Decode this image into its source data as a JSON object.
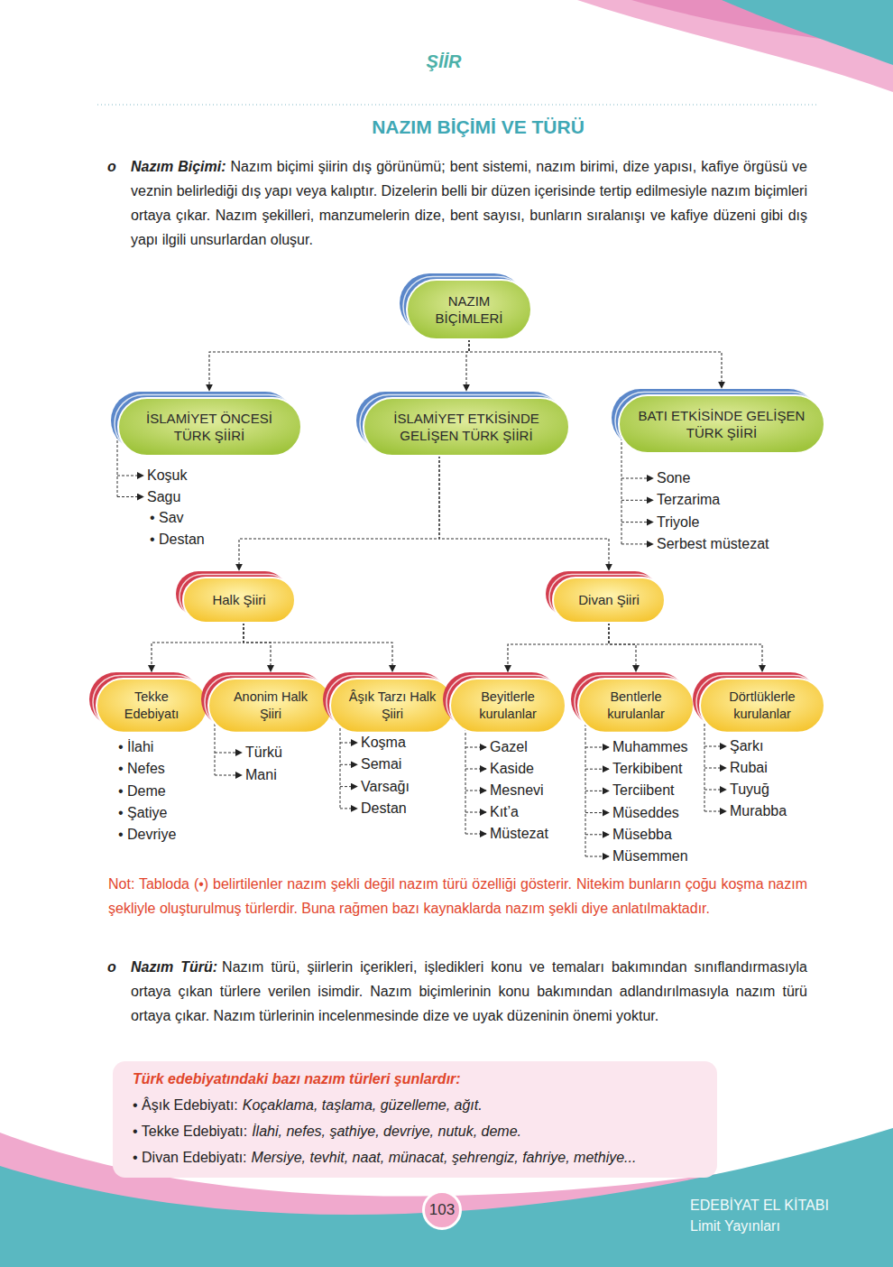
{
  "diagram": {
    "title": "NAZIM BİÇİMİ VE TÜRÜ",
    "nodes": [
      {
        "text": [
          "NAZIM BİÇİMLERİ"
        ]
      },
      {
        "text": [
          "İSLAMİYET ÖNCESİ TÜRK ŞİİRİ"
        ]
      },
      {
        "text": [
          "İSLAMİYET ETKİSİNDE GELİŞEN TÜRK ŞİİRİ"
        ]
      },
      {
        "text": [
          "BATI ETKİSİNDE GELİŞEN TÜRK ŞİİRİ"
        ]
      },
      {
        "text": [
          "Halk Şiiri"
        ]
      },
      {
        "text": [
          "Divan Şiiri"
        ]
      },
      {
        "text": [
          "Tekke Edebiyatı"
        ]
      },
      {
        "text": [
          "Anonim Halk Şiiri"
        ]
      },
      {
        "text": [
          "Âşık Tarzı Halk Şiiri"
        ]
      },
      {
        "text": [
          "Beyitlerle kurulanlar"
        ]
      },
      {
        "text": [
          "Bentlerle kurulanlar"
        ]
      },
      {
        "text": [
          "Dörtlüklerle kurulanlar"
        ]
      },
      {
        "text": [
          "Türk edebiyatındaki bazı nazım türleri şunlardır:",
          "• Âşık Edebiyatı:",
          "Koçaklama, taşlama, güzelleme, ağıt.",
          "• Tekke Edebiyatı:",
          "İlahi, nefes, şathiye, devriye, nutuk, deme.",
          "• Divan Edebiyatı:",
          "Mersiye, tevhit, naat, münacat, şehrengiz, fahriye, methiye..."
        ]
      },
      {
        "text": [
          "103"
        ]
      }
    ],
    "edges": [
      {
        "from": 0,
        "to": 1,
        "arrow": "to"
      },
      {
        "from": 0,
        "to": 2,
        "arrow": "to"
      },
      {
        "from": 0,
        "to": 3,
        "arrow": "to"
      },
      {
        "from": 2,
        "to": 4,
        "arrow": "to"
      },
      {
        "from": 2,
        "to": 5,
        "arrow": "to"
      },
      {
        "from": 4,
        "to": 6,
        "arrow": "to"
      },
      {
        "from": 4,
        "to": 7,
        "arrow": "to"
      },
      {
        "from": 4,
        "to": 8,
        "arrow": "to"
      },
      {
        "from": 5,
        "to": 9,
        "arrow": "to"
      },
      {
        "from": 5,
        "to": 10,
        "arrow": "to"
      },
      {
        "from": 5,
        "to": 11,
        "arrow": "to"
      }
    ],
    "labels": [
      "ŞİİR",
      "o",
      "Nazım Biçimi:",
      "Nazım biçimi şiirin dış görünümü; bent sistemi, nazım birimi, dize yapısı, kafiye örgüsü ve veznin belirlediği dış yapı veya kalıptır. Dizelerin belli bir düzen içerisinde tertip edilmesiyle nazım biçimleri ortaya çıkar. Nazım şekilleri, manzumelerin dize, bent sayısı, bunların sıralanışı ve kafiye düzeni gibi dış yapı ilgili unsurlardan oluşur.",
      "Koşuk",
      "Sagu",
      "• Sav",
      "• Destan",
      "Sone",
      "Terzarima",
      "Triyole",
      "Serbest müstezat",
      "• İlahi",
      "• Nefes",
      "• Deme",
      "• Şatiye",
      "• Devriye",
      "Türkü",
      "Mani",
      "Koşma",
      "Semai",
      "Varsağı",
      "Destan",
      "Gazel",
      "Kaside",
      "Mesnevi",
      "Kıt’a",
      "Müstezat",
      "Muhammes",
      "Terkibibent",
      "Terciibent",
      "Müseddes",
      "Müsebba",
      "Müsemmen",
      "Şarkı",
      "Rubai",
      "Tuyuğ",
      "Murabba",
      "Not: Tabloda (•) belirtilenler nazım şekli değil nazım türü özelliği gösterir. Nitekim bunların çoğu koşma nazım şekliyle oluşturulmuş türlerdir. Buna rağmen bazı kaynaklarda nazım şekli diye anlatılmaktadır.",
      "o",
      "Nazım Türü:",
      "Nazım türü, şiirlerin içerikleri, işledikleri konu ve temaları bakımından sınıflandırmasıyla ortaya çıkan türlere verilen isimdir. Nazım biçimlerinin konu bakımından adlandırılmasıyla nazım türü ortaya çıkar. Nazım türlerinin incelenmesinde dize ve uyak düzeninin önemi yoktur.",
      "EDEBİYAT EL KİTABI",
      "Limit Yayınları"
    ]
  }
}
